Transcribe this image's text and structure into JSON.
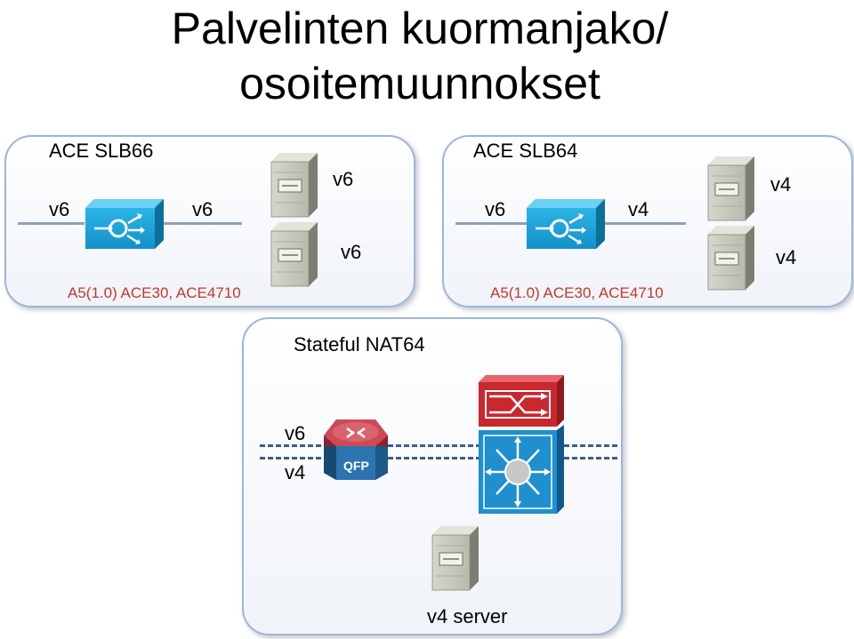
{
  "title": {
    "line1": "Palvelinten kuormanjako/",
    "line2": "osoitemuunnokset"
  },
  "left_panel": {
    "heading": "ACE SLB66",
    "in_label": "v6",
    "out_label": "v6",
    "server_labels": [
      "v6",
      "v6"
    ],
    "footnote": "A5(1.0) ACE30, ACE4710"
  },
  "right_panel": {
    "heading": "ACE SLB64",
    "in_label": "v6",
    "out_label": "v4",
    "server_labels": [
      "v4",
      "v4"
    ],
    "footnote": "A5(1.0) ACE30, ACE4710"
  },
  "nat_panel": {
    "heading": "Stateful NAT64",
    "label_top": "v6",
    "label_bottom": "v4",
    "router_badge": "QFP",
    "server_label": "v4 server"
  },
  "colors": {
    "ace_blue": "#1ba0d7",
    "switch_blue": "#1f8fd0",
    "firewall_red": "#c8282e",
    "router_red": "#c23a45",
    "server_grey": "#c9c9bd",
    "footnote_red": "#c0392b",
    "panel_border": "#9fb6d8"
  },
  "icons": [
    "ace-load-balancer-icon",
    "server-icon",
    "router-icon",
    "firewall-icon",
    "multilayer-switch-icon"
  ]
}
